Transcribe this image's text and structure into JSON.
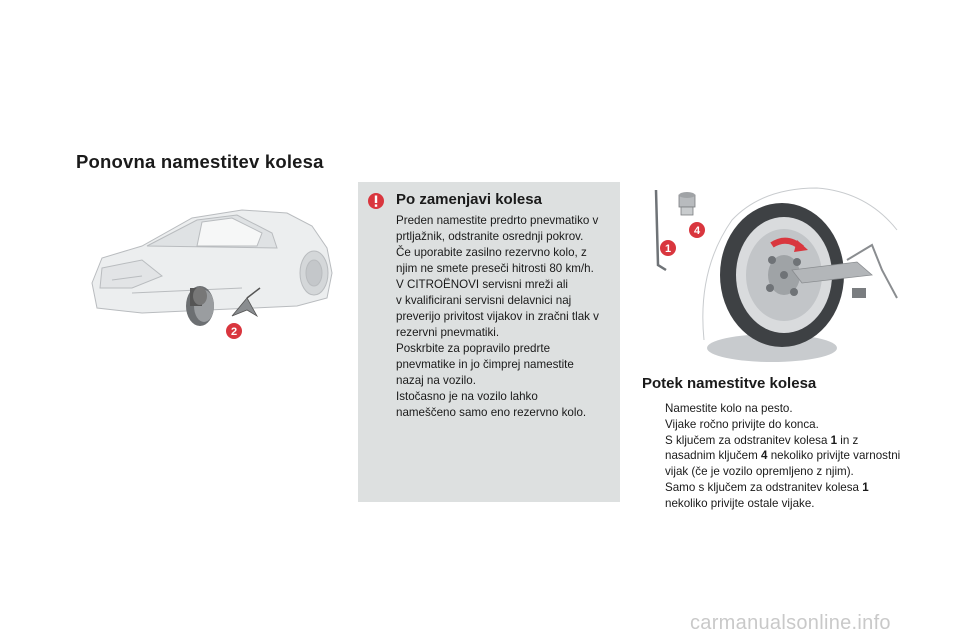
{
  "page": {
    "title": "Ponovna namestitev kolesa",
    "watermark": "carmanualsonline.info"
  },
  "left_figure": {
    "callout": "2"
  },
  "warning": {
    "title": "Po zamenjavi kolesa",
    "lines": [
      "Preden namestite predrto pnevmatiko v",
      "prtljažnik, odstranite osrednji pokrov.",
      "Če uporabite zasilno rezervno kolo, z",
      "njim ne smete preseči hitrosti 80 km/h.",
      "V CITROËNOVI servisni mreži ali",
      "v kvalificirani servisni delavnici naj",
      "preverijo privitost vijakov in zračni tlak v",
      "rezervni pnevmatiki.",
      "Poskrbite za popravilo predrte",
      "pnevmatike in jo čimprej namestite",
      "nazaj na vozilo.",
      "Istočasno je na vozilo lahko",
      "nameščeno samo eno rezervno kolo."
    ]
  },
  "right_figure": {
    "callouts": [
      "1",
      "4"
    ]
  },
  "procedure": {
    "title": "Potek namestitve kolesa",
    "bullet_glyph": "",
    "steps": [
      {
        "text_before": "Namestite kolo na pesto.",
        "bold": "",
        "text_mid": "",
        "bold2": "",
        "text_after": ""
      },
      {
        "text_before": "Vijake ročno privijte do konca.",
        "bold": "",
        "text_mid": "",
        "bold2": "",
        "text_after": ""
      },
      {
        "text_before": "S ključem za odstranitev kolesa ",
        "bold": "1",
        "text_mid": " in z nasadnim ključem ",
        "bold2": "4",
        "text_after": " nekoliko privijte varnostni vijak (če je vozilo opremljeno z njim)."
      },
      {
        "text_before": "Samo s ključem za odstranitev kolesa ",
        "bold": "1",
        "text_mid": " nekoliko privijte ostale vijake.",
        "bold2": "",
        "text_after": ""
      }
    ]
  },
  "colors": {
    "warning_bg": "#dde0e0",
    "callout_red": "#d9363e",
    "warning_red": "#d9363e"
  }
}
